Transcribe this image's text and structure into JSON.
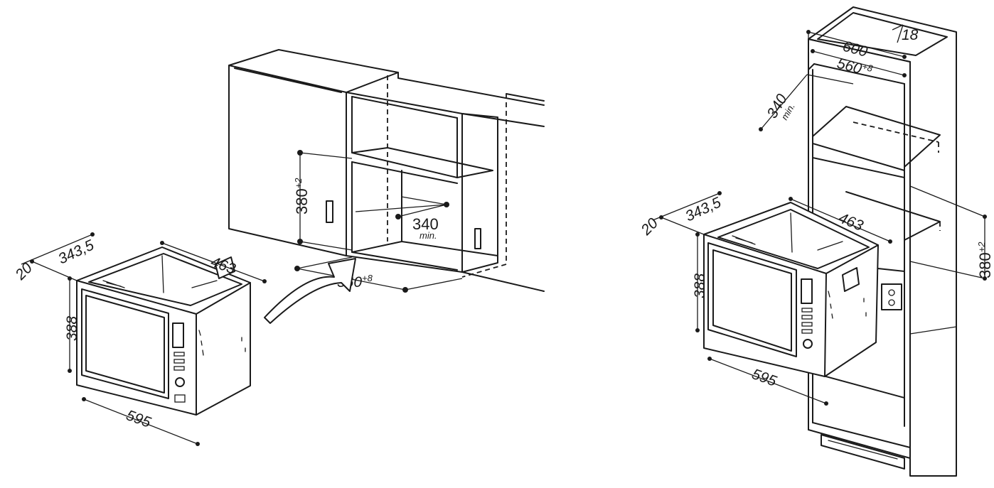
{
  "left_view": {
    "oven": {
      "width": "595",
      "height": "388",
      "depth_outer": "463",
      "depth_inner": "343,5",
      "front": "20"
    },
    "cabinet": {
      "height": "380",
      "height_tol": "+2",
      "depth": "340",
      "depth_note": "min.",
      "width": "560",
      "width_tol": "+8"
    }
  },
  "right_view": {
    "oven": {
      "width": "595",
      "height": "388",
      "depth_outer": "463",
      "depth_inner": "343,5",
      "front": "20"
    },
    "tower": {
      "outer_width": "600",
      "inner_width": "560",
      "inner_width_tol": "+8",
      "top_gap": "18",
      "shelf_depth": "340",
      "shelf_depth_note": "min.",
      "niche_height": "380",
      "niche_height_tol": "+2"
    }
  }
}
